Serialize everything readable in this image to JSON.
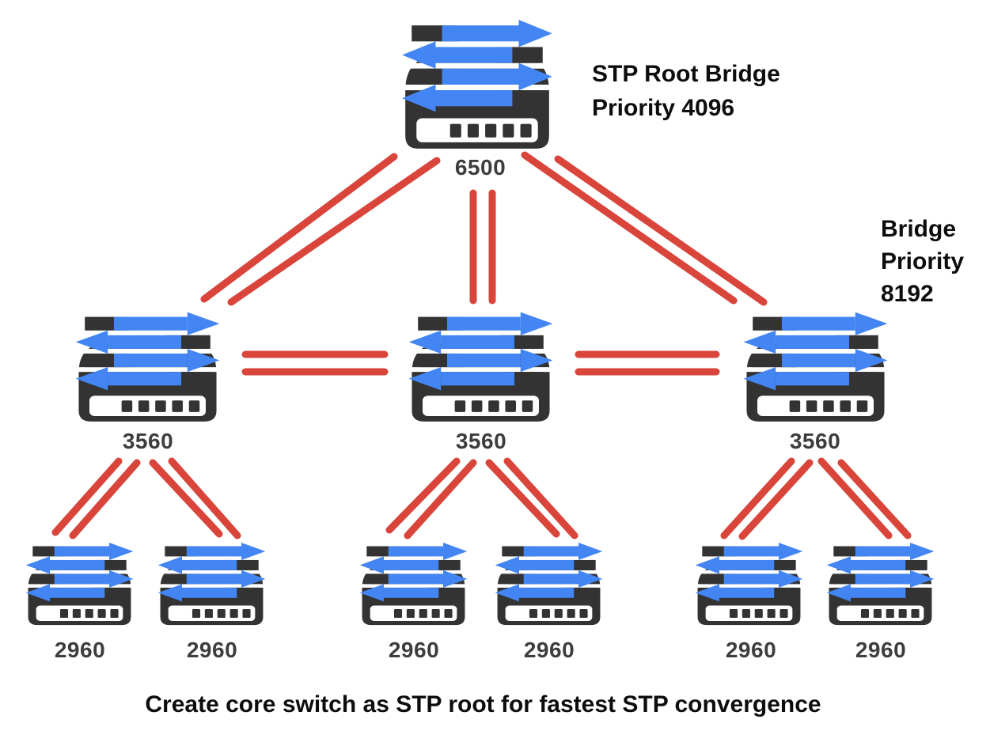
{
  "diagram": {
    "title_caption": "Create core switch as STP root for fastest STP convergence",
    "core_switch": {
      "model": "6500",
      "annotation": {
        "line1": "STP Root Bridge",
        "line2": "Priority 4096"
      }
    },
    "distribution_switches": {
      "annotation": {
        "line1": "Bridge",
        "line2": "Priority",
        "line3": "8192"
      },
      "items": [
        {
          "model": "3560"
        },
        {
          "model": "3560"
        },
        {
          "model": "3560"
        }
      ]
    },
    "access_switches": {
      "items": [
        {
          "model": "2960"
        },
        {
          "model": "2960"
        },
        {
          "model": "2960"
        },
        {
          "model": "2960"
        },
        {
          "model": "2960"
        },
        {
          "model": "2960"
        }
      ]
    },
    "colors": {
      "link": "#d9453b",
      "arrow": "#4385f2",
      "chassis": "#333333",
      "model_label": "#3d3d3d",
      "text": "#0d0d0d"
    }
  }
}
